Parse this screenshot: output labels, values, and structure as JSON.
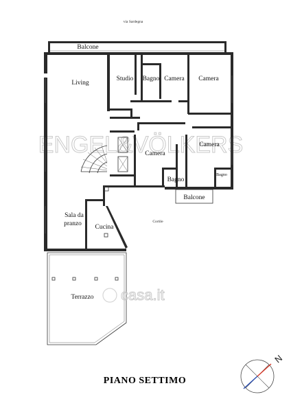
{
  "street": "via Sardegna",
  "rooms": {
    "balcone_top": "Balcone",
    "living": "Living",
    "studio": "Studio",
    "bagno_1": "Bagno",
    "camera_1": "Camera",
    "camera_2": "Camera",
    "camera_3": "Camera",
    "camera_4": "Camera",
    "bagno_2": "Bagno",
    "bagno_3": "Bagno",
    "balcone_bottom": "Balcone",
    "sala_line1": "Sala da",
    "sala_line2": "pranzo",
    "cucina": "Cucina",
    "cortile": "Cortile",
    "terrazzo": "Terrazzo"
  },
  "watermarks": {
    "agency": "ENGEL&VÖLKERS",
    "portal": "casa.it"
  },
  "floor_title": "PIANO SETTIMO",
  "compass": {
    "north_label": "N"
  }
}
